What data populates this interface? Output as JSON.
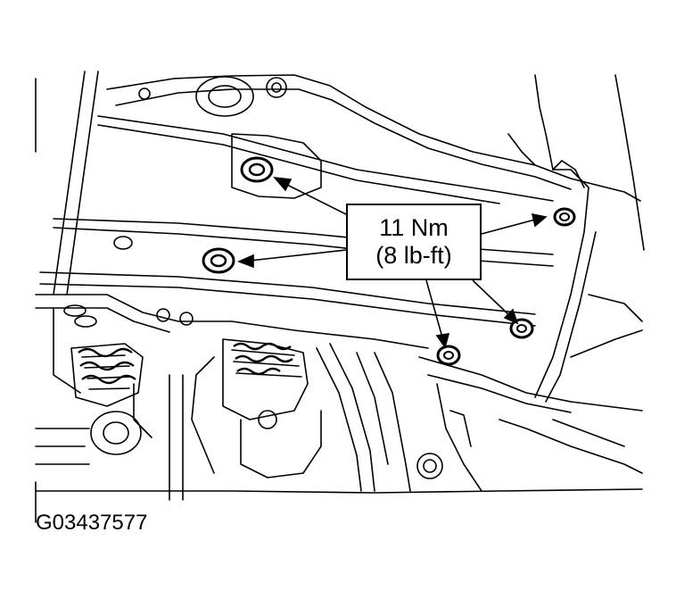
{
  "callout": {
    "line1": "11 Nm",
    "line2": "(8 lb-ft)"
  },
  "figure_id": "G03437577",
  "colors": {
    "line": "#000000",
    "background": "#ffffff"
  }
}
